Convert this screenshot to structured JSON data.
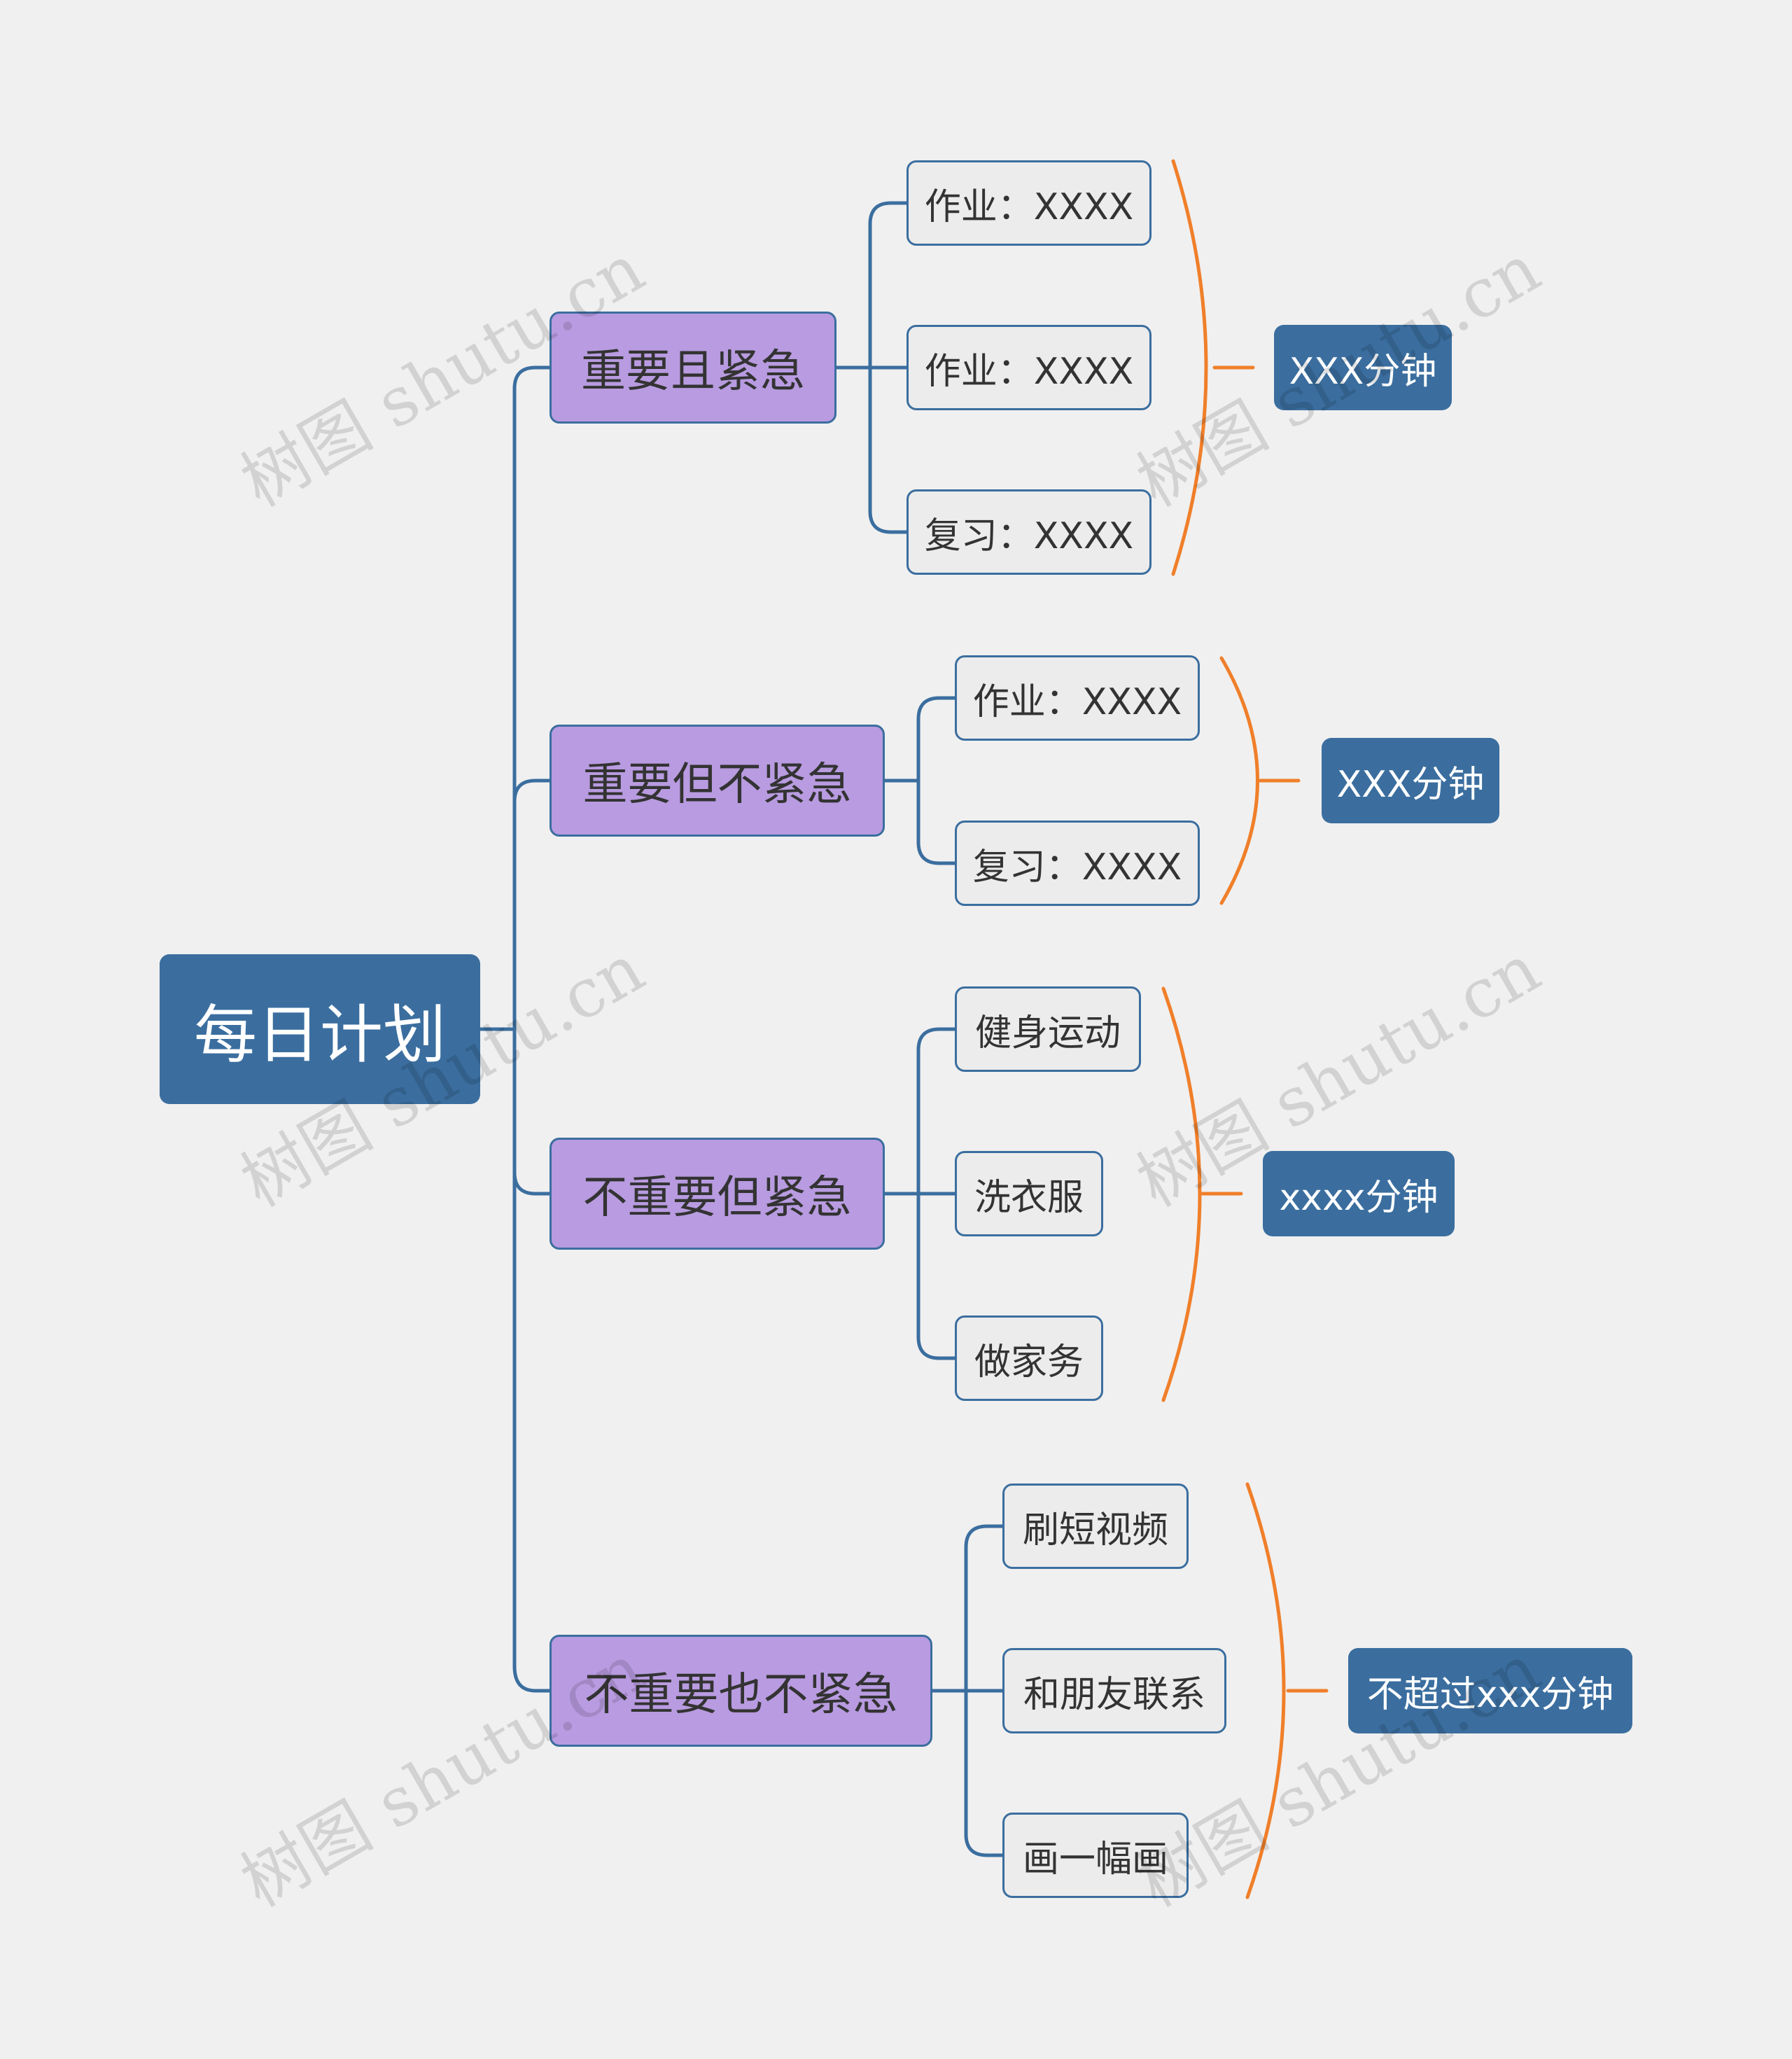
{
  "mindmap": {
    "root": "每日计划",
    "branches": [
      {
        "label": "重要且紧急",
        "items": [
          "作业：XXXX",
          "作业：XXXX",
          "复习：XXXX"
        ],
        "summary": "XXX分钟"
      },
      {
        "label": "重要但不紧急",
        "items": [
          "作业：XXXX",
          "复习：XXXX"
        ],
        "summary": "XXX分钟"
      },
      {
        "label": "不重要但紧急",
        "items": [
          "健身运动",
          "洗衣服",
          "做家务"
        ],
        "summary": "xxxx分钟"
      },
      {
        "label": "不重要也不紧急",
        "items": [
          "刷短视频",
          "和朋友联系",
          "画一幅画"
        ],
        "summary": "不超过xxx分钟"
      }
    ]
  },
  "watermark": "树图 shutu.cn",
  "colors": {
    "background": "#f0f0f0",
    "root_fill": "#3b6e9f",
    "branch_fill": "#b89be0",
    "leaf_fill": "#ececec",
    "connector": "#3b6e9f",
    "bracket": "#f07f2a"
  }
}
